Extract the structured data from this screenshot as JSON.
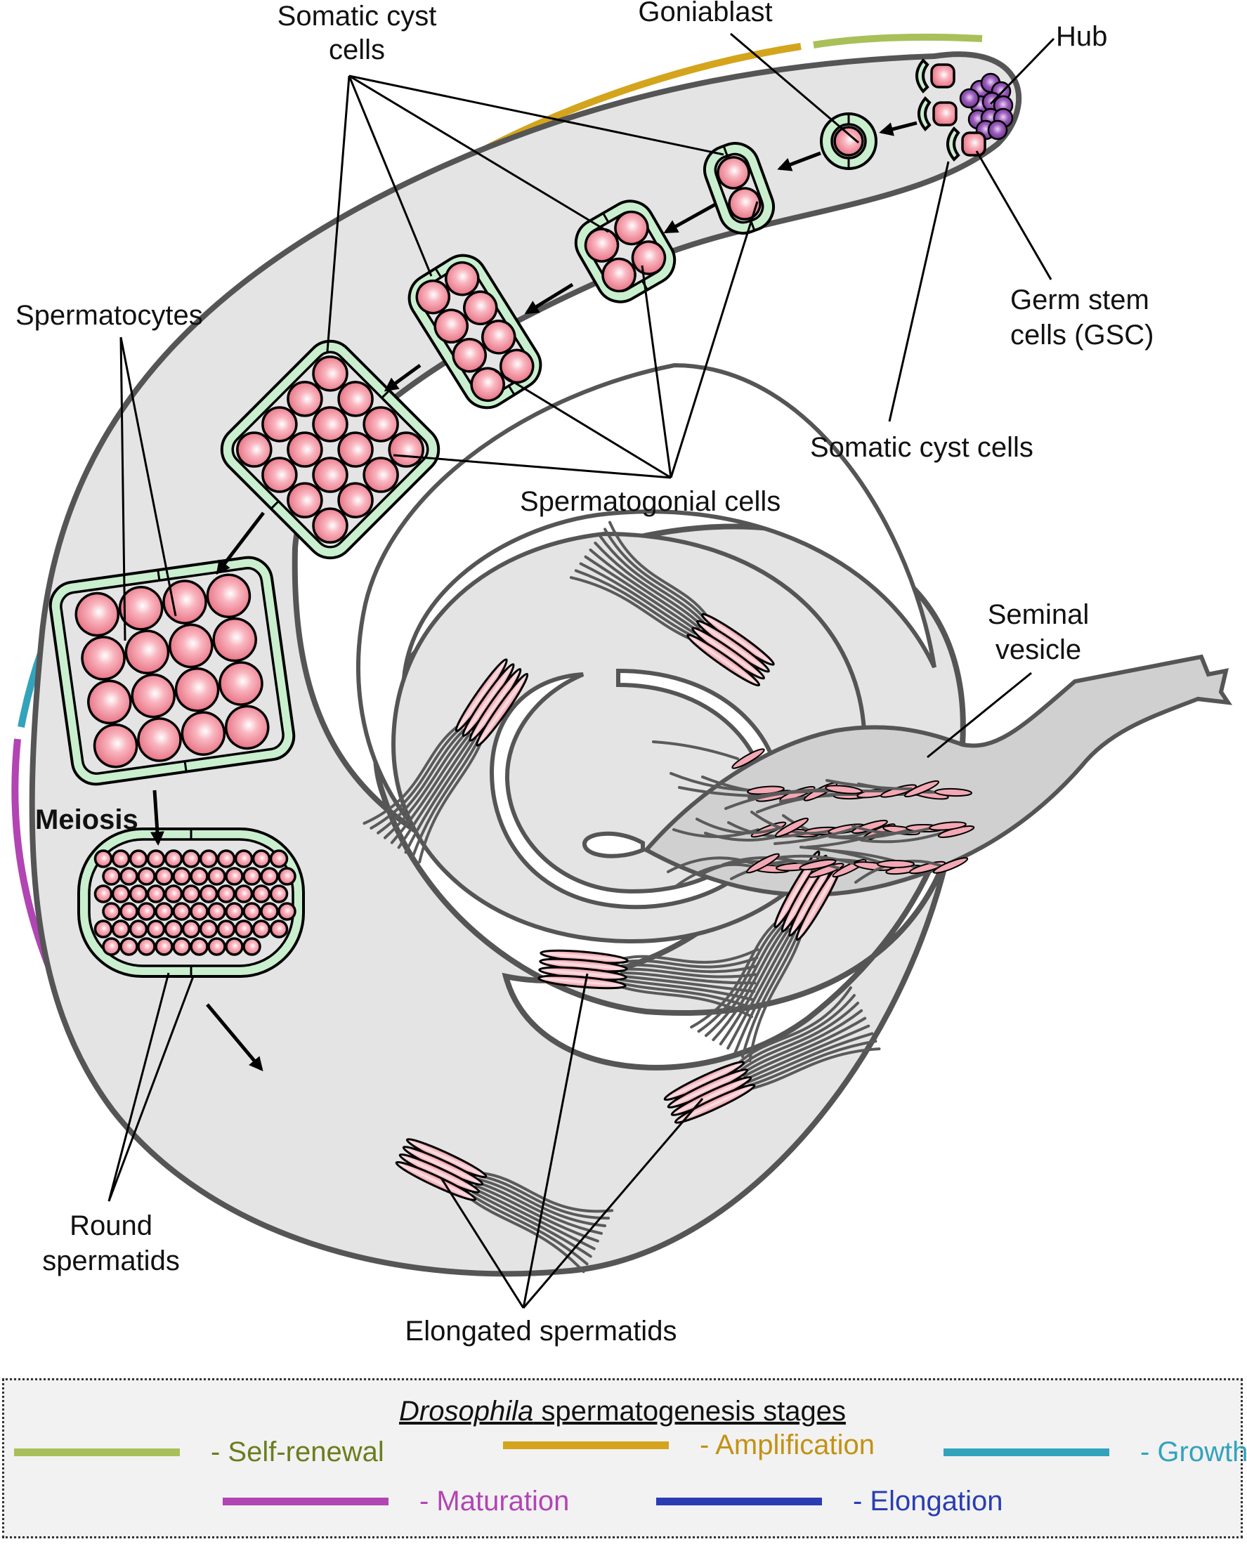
{
  "figure": {
    "labels": {
      "somatic_cyst_cells_top": [
        "Somatic cyst",
        "cells"
      ],
      "goniablast": "Goniablast",
      "hub": "Hub",
      "germ_stem_cells": [
        "Germ stem",
        "cells (GSC)"
      ],
      "somatic_cyst_cells_right": "Somatic cyst cells",
      "spermatogonial_cells": "Spermatogonial cells",
      "spermatocytes": "Spermatocytes",
      "meiosis": "Meiosis",
      "round_spermatids": [
        "Round",
        "spermatids"
      ],
      "elongated_spermatids": "Elongated spermatids",
      "seminal_vesicle": [
        "Seminal",
        "vesicle"
      ]
    },
    "cysts": [
      {
        "stage": "goniablast",
        "cell_count": 1
      },
      {
        "stage": "spermatogonia-2",
        "cell_count": 2
      },
      {
        "stage": "spermatogonia-4",
        "cell_count": 4
      },
      {
        "stage": "spermatogonia-8",
        "cell_count": 8
      },
      {
        "stage": "spermatogonia-16",
        "cell_count": 16
      },
      {
        "stage": "spermatocytes-16",
        "cell_count": 16
      },
      {
        "stage": "round-spermatids-64",
        "cell_count": 64
      }
    ]
  },
  "legend": {
    "title_italic": "Drosophila",
    "title_rest": " spermatogenesis stages",
    "items": [
      {
        "key": "self_renewal",
        "label": "- Self-renewal",
        "color": "#a9c05a",
        "text_color": "#6b7d1f"
      },
      {
        "key": "amplification",
        "label": "- Amplification",
        "color": "#d4a41c",
        "text_color": "#c39213"
      },
      {
        "key": "growth",
        "label": "- Growth",
        "color": "#33a3bd",
        "text_color": "#33a3bd"
      },
      {
        "key": "maturation",
        "label": "- Maturation",
        "color": "#b244b4",
        "text_color": "#b244b4"
      },
      {
        "key": "elongation",
        "label": "- Elongation",
        "color": "#2a3db3",
        "text_color": "#2a3db3"
      }
    ]
  },
  "colors": {
    "tube_fill": "#e4e4e4",
    "tube_outline": "#555555",
    "cyst_cell": "#f08a98",
    "somatic_cyst": "#c9efcf",
    "hub_cell": "#8a4aa8"
  }
}
